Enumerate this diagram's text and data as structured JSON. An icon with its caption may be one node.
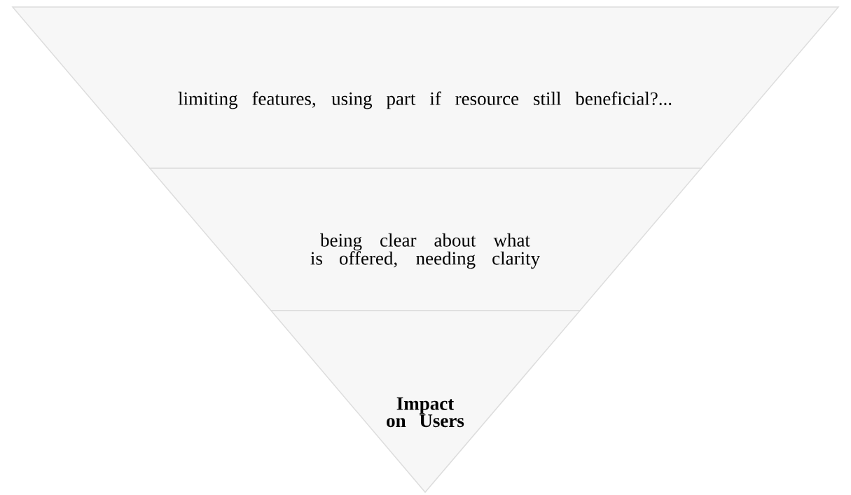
{
  "diagram": {
    "nodes": [
      {
        "text": [
          "limiting features, using part if resource still beneficial?..."
        ]
      },
      {
        "text": [
          "being clear about what is offered, needing clarity"
        ]
      },
      {
        "text": [
          "Impact on Users"
        ]
      }
    ]
  }
}
